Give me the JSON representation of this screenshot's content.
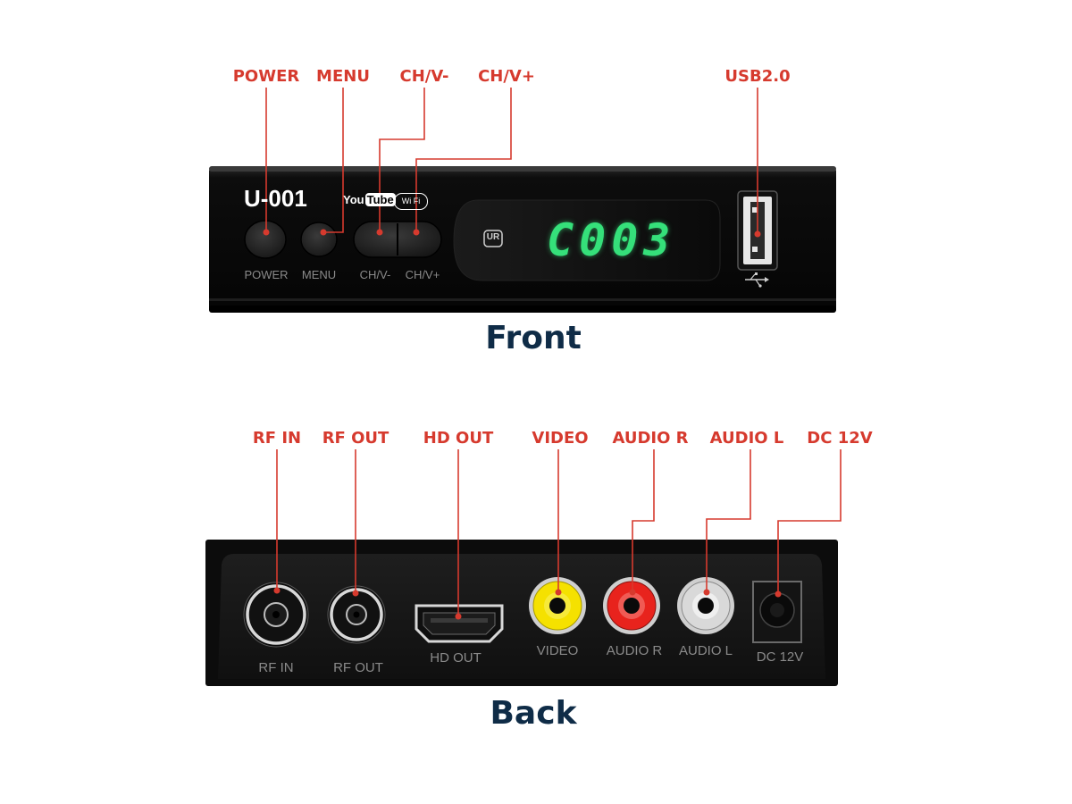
{
  "front": {
    "title": "Front",
    "model": "U-001",
    "display_text": "C003",
    "badge_youtube_a": "You",
    "badge_youtube_b": "Tube",
    "badge_wifi": "Wi Fi",
    "badge_ur": "UR",
    "callouts": {
      "power": "POWER",
      "menu": "MENU",
      "ch_down": "CH/V-",
      "ch_up": "CH/V+",
      "usb": "USB2.0"
    },
    "panel_labels": {
      "power": "POWER",
      "menu": "MENU",
      "ch_down": "CH/V-",
      "ch_up": "CH/V+"
    }
  },
  "back": {
    "title": "Back",
    "callouts": {
      "rf_in": "RF IN",
      "rf_out": "RF OUT",
      "hd_out": "HD OUT",
      "video": "VIDEO",
      "audio_r": "AUDIO R",
      "audio_l": "AUDIO L",
      "dc": "DC 12V"
    },
    "panel_labels": {
      "rf_in": "RF IN",
      "rf_out": "RF OUT",
      "hd_out": "HD OUT",
      "video": "VIDEO",
      "audio_r": "AUDIO R",
      "audio_l": "AUDIO L",
      "dc": "DC 12V"
    }
  },
  "colors": {
    "callout_red": "#d63a2e",
    "title_navy": "#0f2c47",
    "display_green": "#35e07a",
    "rca_yellow": "#f5e100",
    "rca_red": "#e8231d",
    "rca_white": "#d9d9d9"
  }
}
